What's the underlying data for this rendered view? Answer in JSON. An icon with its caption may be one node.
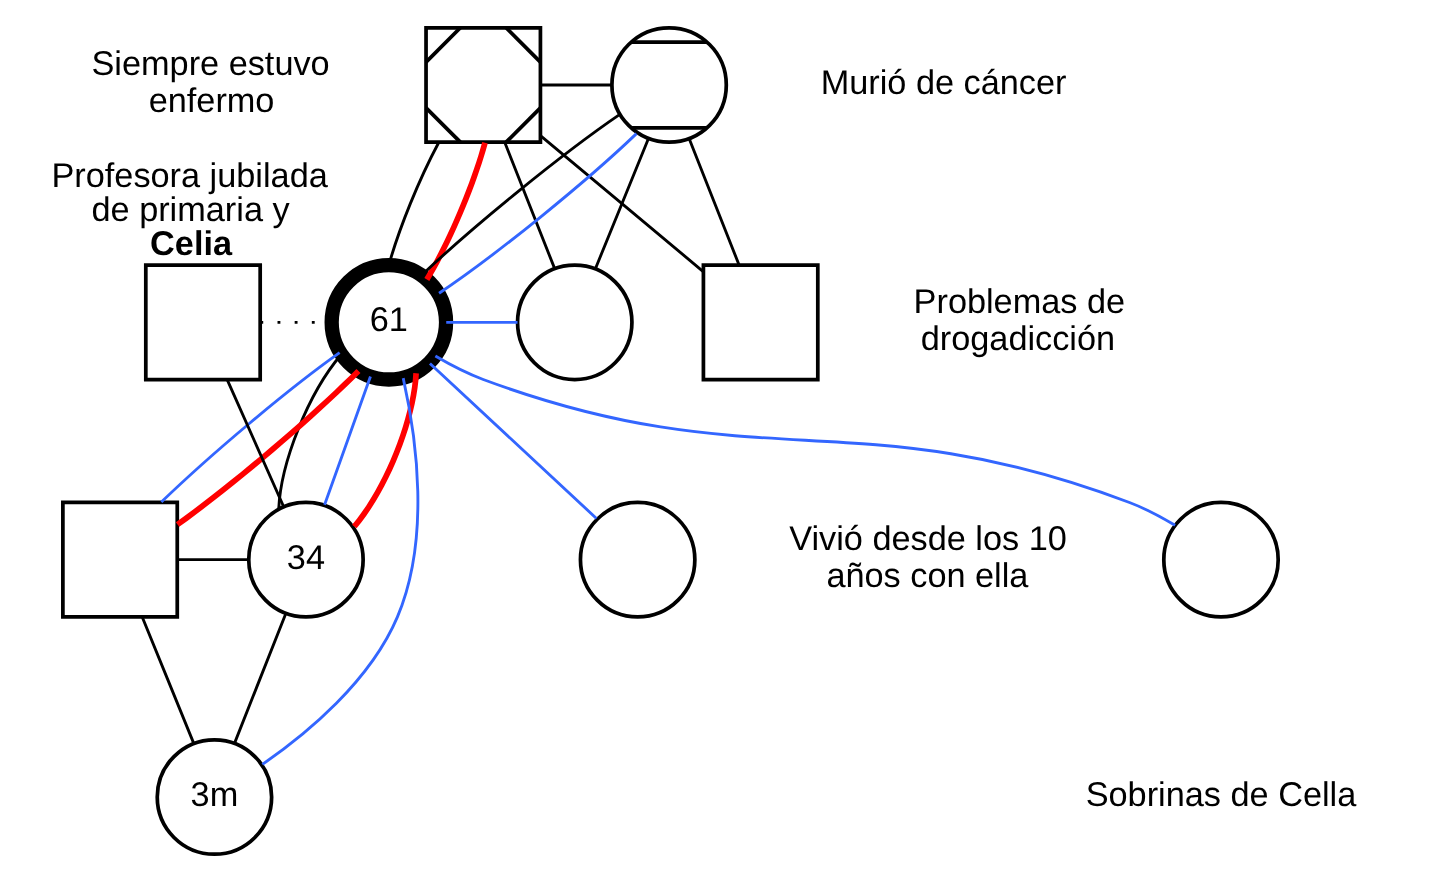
{
  "diagram": {
    "nodes": [
      {
        "text": [],
        "shape": "box",
        "beside": [
          "Siempre estuvo enfermo"
        ]
      },
      {
        "text": [],
        "shape": "circle",
        "beside": [
          "Murió de cáncer"
        ]
      },
      {
        "text": [
          "61"
        ],
        "beside": [
          "Profesora jubilada de primaria y",
          "Celia"
        ]
      },
      {
        "text": [],
        "shape": "circle"
      },
      {
        "text": [],
        "shape": "box",
        "beside": [
          "Problemas de drogadicción"
        ]
      },
      {
        "text": [],
        "shape": "box"
      },
      {
        "text": [
          "34"
        ]
      },
      {
        "text": [],
        "shape": "box"
      },
      {
        "text": [
          "3m"
        ]
      },
      {
        "text": [],
        "shape": "circle",
        "beside": [
          "Vivió desde los 10 años con ella"
        ]
      },
      {
        "text": [],
        "shape": "circle"
      }
    ],
    "edges": [
      {
        "from": 0,
        "to": 1,
        "arrow": "none"
      },
      {
        "from": 0,
        "to": 2,
        "arrow": "none"
      },
      {
        "from": 1,
        "to": 2,
        "arrow": "none"
      },
      {
        "from": 0,
        "to": 3,
        "arrow": "none"
      },
      {
        "from": 1,
        "to": 3,
        "arrow": "none"
      },
      {
        "from": 0,
        "to": 4,
        "arrow": "none"
      },
      {
        "from": 1,
        "to": 4,
        "arrow": "none"
      },
      {
        "from": 5,
        "to": 2,
        "arrow": "none",
        "style": "dashed"
      },
      {
        "from": 5,
        "to": 6,
        "arrow": "none"
      },
      {
        "from": 2,
        "to": 6,
        "arrow": "none"
      },
      {
        "from": 7,
        "to": 6,
        "arrow": "none"
      },
      {
        "from": 7,
        "to": 8,
        "arrow": "none"
      },
      {
        "from": 6,
        "to": 8,
        "arrow": "none"
      },
      {
        "from": 0,
        "to": 2,
        "arrow": "none",
        "color": "#ff0000"
      },
      {
        "from": 2,
        "to": 1,
        "arrow": "none",
        "color": "#3366ff"
      },
      {
        "from": 2,
        "to": 3,
        "arrow": "none",
        "color": "#3366ff"
      },
      {
        "from": 2,
        "to": 9,
        "arrow": "none",
        "color": "#3366ff"
      },
      {
        "from": 2,
        "to": 10,
        "arrow": "none",
        "color": "#3366ff"
      },
      {
        "from": 2,
        "to": 7,
        "arrow": "none",
        "color": "#3366ff"
      },
      {
        "from": 2,
        "to": 7,
        "arrow": "none",
        "color": "#ff0000"
      },
      {
        "from": 2,
        "to": 6,
        "arrow": "none",
        "color": "#3366ff"
      },
      {
        "from": 2,
        "to": 6,
        "arrow": "none",
        "color": "#ff0000"
      },
      {
        "from": 8,
        "to": 2,
        "arrow": "none",
        "color": "#3366ff"
      }
    ],
    "labels": [
      "Sobrinas de Cella"
    ]
  }
}
